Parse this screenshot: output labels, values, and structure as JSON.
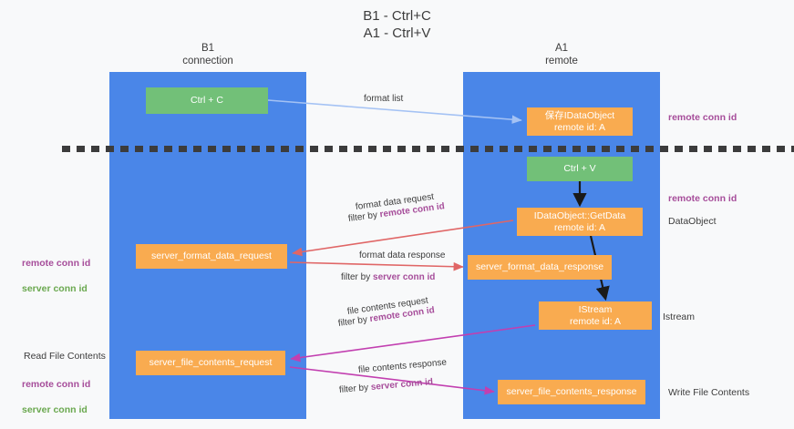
{
  "title": "B1 - Ctrl+C\nA1 - Ctrl+V",
  "columns": {
    "b1": "B1\nconnection",
    "a1": "A1\nremote"
  },
  "nodes": {
    "ctrl_c": {
      "line1": "Ctrl + C",
      "line2": ""
    },
    "save_dataobject": {
      "line1": "保存IDataObject",
      "line2": "remote id: A"
    },
    "ctrl_v": {
      "line1": "Ctrl + V",
      "line2": ""
    },
    "getdata": {
      "line1": "IDataObject::GetData",
      "line2": "remote id: A"
    },
    "server_format_data_request": {
      "line1": "server_format_data_request",
      "line2": ""
    },
    "server_format_data_response": {
      "line1": "server_format_data_response",
      "line2": ""
    },
    "istream": {
      "line1": "IStream",
      "line2": "remote id: A"
    },
    "server_file_contents_request": {
      "line1": "server_file_contents_request",
      "line2": ""
    },
    "server_file_contents_response": {
      "line1": "server_file_contents_response",
      "line2": ""
    }
  },
  "annotations": {
    "remote_conn_id_top": "remote conn id",
    "remote_conn_id_mid": "remote conn id",
    "dataobject": "DataObject",
    "istream": "Istream",
    "write_file_contents": "Write File Contents",
    "read_file_contents": "Read File Contents",
    "legend_remote": "remote conn id",
    "legend_server": "server conn id"
  },
  "edge_labels": {
    "format_list": "format list",
    "format_data_request": "format data request",
    "format_data_request_filter_prefix": "filter by ",
    "format_data_request_filter_key": "remote conn id",
    "format_data_response": "format data response",
    "format_data_response_filter_prefix": "filter by ",
    "format_data_response_filter_key": "server conn id",
    "file_contents_request": "file contents request",
    "file_contents_request_filter_prefix": "filter by ",
    "file_contents_request_filter_key": "remote conn id",
    "file_contents_response": "file contents response",
    "file_contents_response_filter_prefix": "filter by ",
    "file_contents_response_filter_key": "server conn id"
  },
  "colors": {
    "panel_blue": "#4a86e8",
    "node_green": "#72c078",
    "node_orange": "#f9ab50",
    "purple": "#a64d9a",
    "green_text": "#6aa84f",
    "arrow_light_blue": "#a4c2f4",
    "arrow_red": "#e06666",
    "arrow_magenta": "#c23fb0",
    "arrow_black": "#1a1a1a",
    "background": "#f8f9fa"
  }
}
